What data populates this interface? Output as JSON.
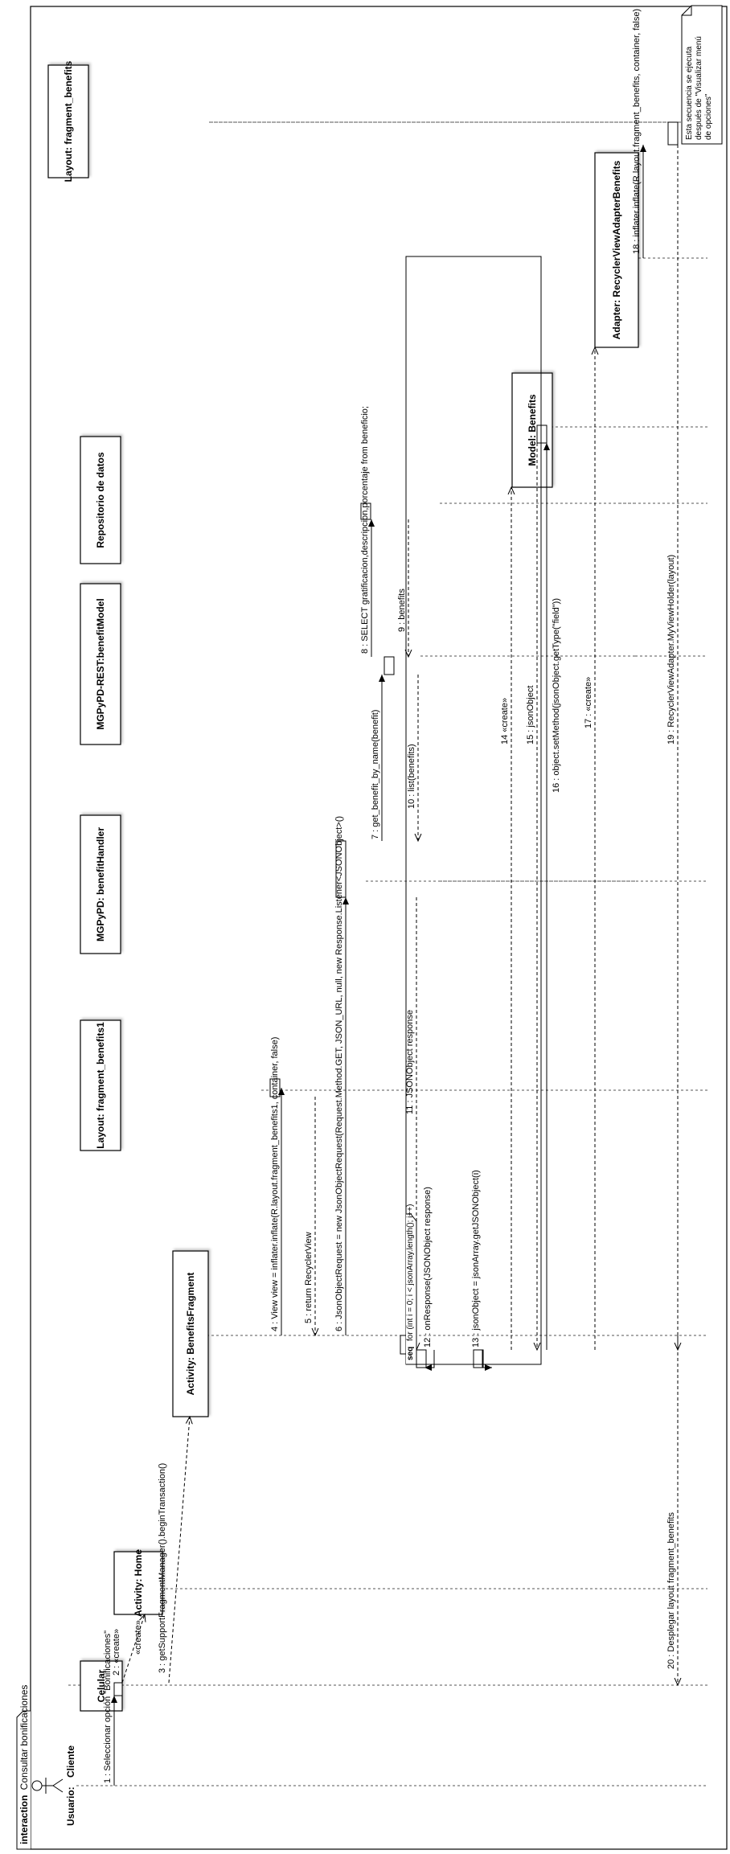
{
  "frame": {
    "keyword": "interaction",
    "name": "Consultar bonificaciones"
  },
  "actor": {
    "label": "Usuario:",
    "name": "Cliente"
  },
  "lifelines": [
    {
      "id": "celular",
      "label": "Celular"
    },
    {
      "id": "home",
      "label": "Activity: Home"
    },
    {
      "id": "benefitsfragment",
      "label": "Activity: BenefitsFragment"
    },
    {
      "id": "layout1",
      "label": "Layout: fragment_benefits1"
    },
    {
      "id": "handler",
      "label": "MGPyPD: benefitHandler"
    },
    {
      "id": "model",
      "label": "MGPyPD-REST:benefitModel"
    },
    {
      "id": "repo",
      "label": "Repositorio de datos"
    },
    {
      "id": "benefits",
      "label": "Model: Benefits"
    },
    {
      "id": "adapter",
      "label": "Adapter: RecyclerViewAdapterBenefits"
    },
    {
      "id": "layoutfb",
      "label": "Layout: fragment_benefits"
    }
  ],
  "messages": [
    "1 : Seleccionar opción \"Bonificaciones\"",
    "2 : «create»",
    "3 : getSupportFragmentManager().beginTransaction()",
    "«create»",
    "4 : View view = inflater.inflate(R.layout.fragment_benefits1, container, false)",
    "5 : return RecyclerView",
    "6 : JsonObjectRequest  = new JsonObjectRequest(Request.Method.GET, JSON_URL, null, new Response.Listener<JSONObject>()",
    "7 : get_benefit_by_name(benefit)",
    "8 : SELECT gratificacion,descripcion,porcentaje from beneficio;",
    "9 : benefits",
    "10 : list(benefits)",
    "11 : JSONObject  response",
    "12 : onResponse(JSONObject response)",
    "13 : jsonObject = jsonArray.getJSONObject(i)",
    "14 «create»",
    "15 : jsonObject",
    "16 : object.setMethod(jsonObject.getType(\"field\"))",
    "17 : «create»",
    "18 : inflater.inflate(R.layout.fragment_benefits, container, false)",
    "19 : RecyclerViewAdapter.MyViewHolder(layout)",
    "20 : Desplegar layout fragment_benefits"
  ],
  "fragment": {
    "operator": "seq",
    "guard": "for (int i = 0; i < jsonArray.length(); i++)"
  },
  "note": [
    "Esta secuencia se ejecuta",
    "después de \"Visualizar menú",
    "de opciones\""
  ]
}
